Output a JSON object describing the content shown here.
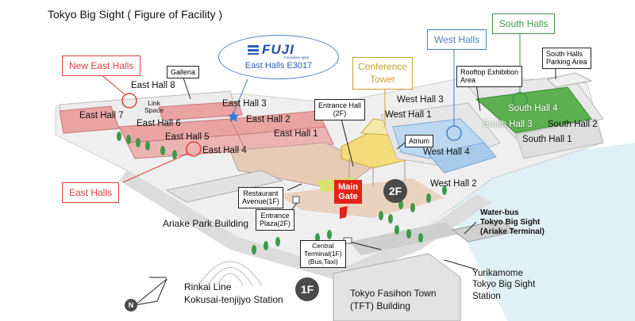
{
  "title": "Tokyo Big Sight ( Figure of Facility )",
  "exhibitor": {
    "logo_text": "FUJI",
    "logo_sub": "Innovative spirit",
    "booth": "East Halls E3017"
  },
  "callouts": {
    "new_east": "New East Halls",
    "east": "East  Halls",
    "west": "West Halls",
    "south": "South Halls",
    "conference": "Conference\nTower"
  },
  "boxes": {
    "galleria": "Galleria",
    "south_parking": "South Halls\nParking Area",
    "rooftop": "Rooftop Exhibition\nArea",
    "entrance_hall": "Entrance Hall\n(2F)",
    "atrium": "Atrium",
    "restaurant": "Restaurant\nAvenue(1F)",
    "entrance_plaza": "Entrance\nPlaza(2F)",
    "central_terminal": "Central\nTerminal(1F)\n(Bus,Taxi)"
  },
  "halls": {
    "e1": "East Hall 1",
    "e2": "East Hall 2",
    "e3": "East Hall 3",
    "e4": "East Hall 4",
    "e5": "East Hall 5",
    "e6": "East Hall 6",
    "e7": "East Hall 7",
    "e8": "East Hall 8",
    "link_space": "Link\nSpace",
    "w1": "West Hall 1",
    "w2": "West Hall 2",
    "w3": "West Hall 3",
    "w4": "West Hall 4",
    "s1": "South Hall 1",
    "s2": "South Hall 2",
    "s3": "South Hall 3",
    "s4": "South Hall 4"
  },
  "places": {
    "main_gate": "Main\nGate",
    "ariake_park": "Ariake Park Building",
    "water_bus": "Water-bus\nTokyo Big Sight\n(Ariake Terminal)",
    "yurikamome": "Yurikamome\nTokyo Big Sight\nStation",
    "rinkai": "Rinkai Line\nKokusai-tenjijyo Station",
    "tft": "Tokyo Fasihon Town\n(TFT) Building",
    "floor_2f": "2F",
    "floor_1f": "1F",
    "north": "N"
  },
  "colors": {
    "east_red": "#e0403c",
    "west_blue": "#4a7fc1",
    "south_green": "#3c9a4a",
    "conference_gold": "#c8a032",
    "main_gate_red": "#e2231a",
    "east_floor": "#e9a3a3",
    "west_floor": "#bcd8f1",
    "south_floor": "#5db04f",
    "water": "#dff0f6"
  }
}
